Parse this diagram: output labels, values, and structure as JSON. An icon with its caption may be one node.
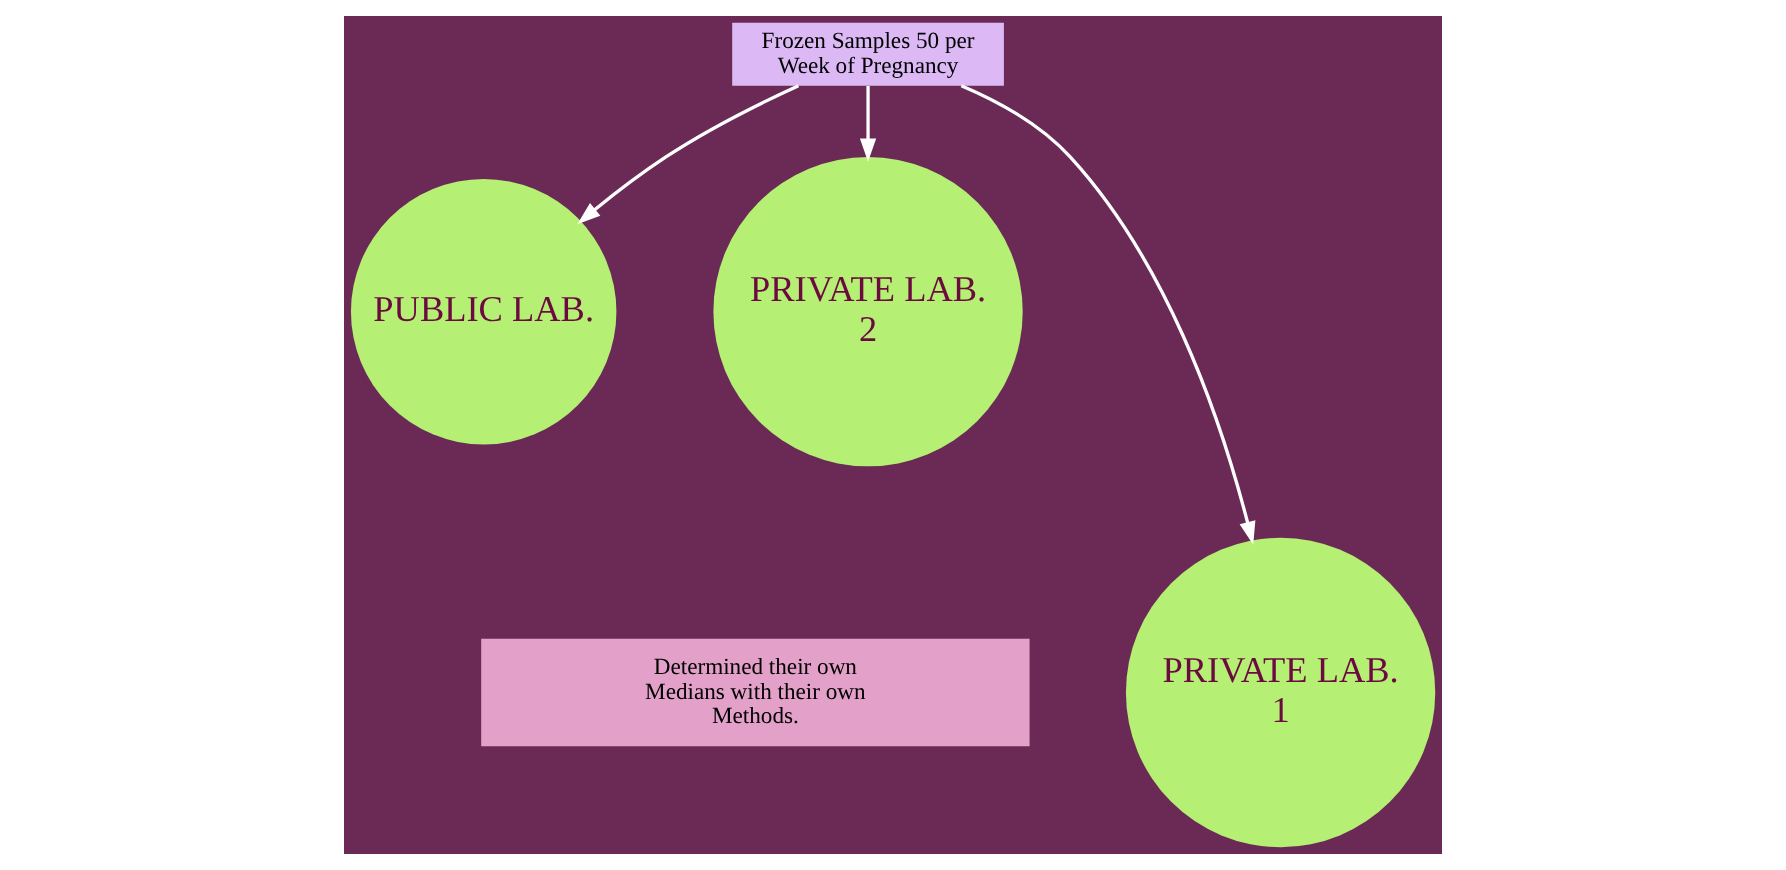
{
  "diagram": {
    "nodes": [
      {
        "text": [
          "Frozen Samples 50 per Week of Pregnancy"
        ]
      },
      {
        "text": [
          "PUBLIC LAB."
        ]
      },
      {
        "text": [
          "PRIVATE LAB. 2"
        ]
      },
      {
        "text": [
          "PRIVATE LAB. 1"
        ]
      },
      {
        "text": [
          "Determined their own Medians with their own Methods."
        ]
      }
    ],
    "edges": [
      {
        "from": 0,
        "to": 1,
        "arrow": "to"
      },
      {
        "from": 0,
        "to": 2,
        "arrow": "to"
      },
      {
        "from": 0,
        "to": 3,
        "arrow": "to"
      }
    ]
  }
}
